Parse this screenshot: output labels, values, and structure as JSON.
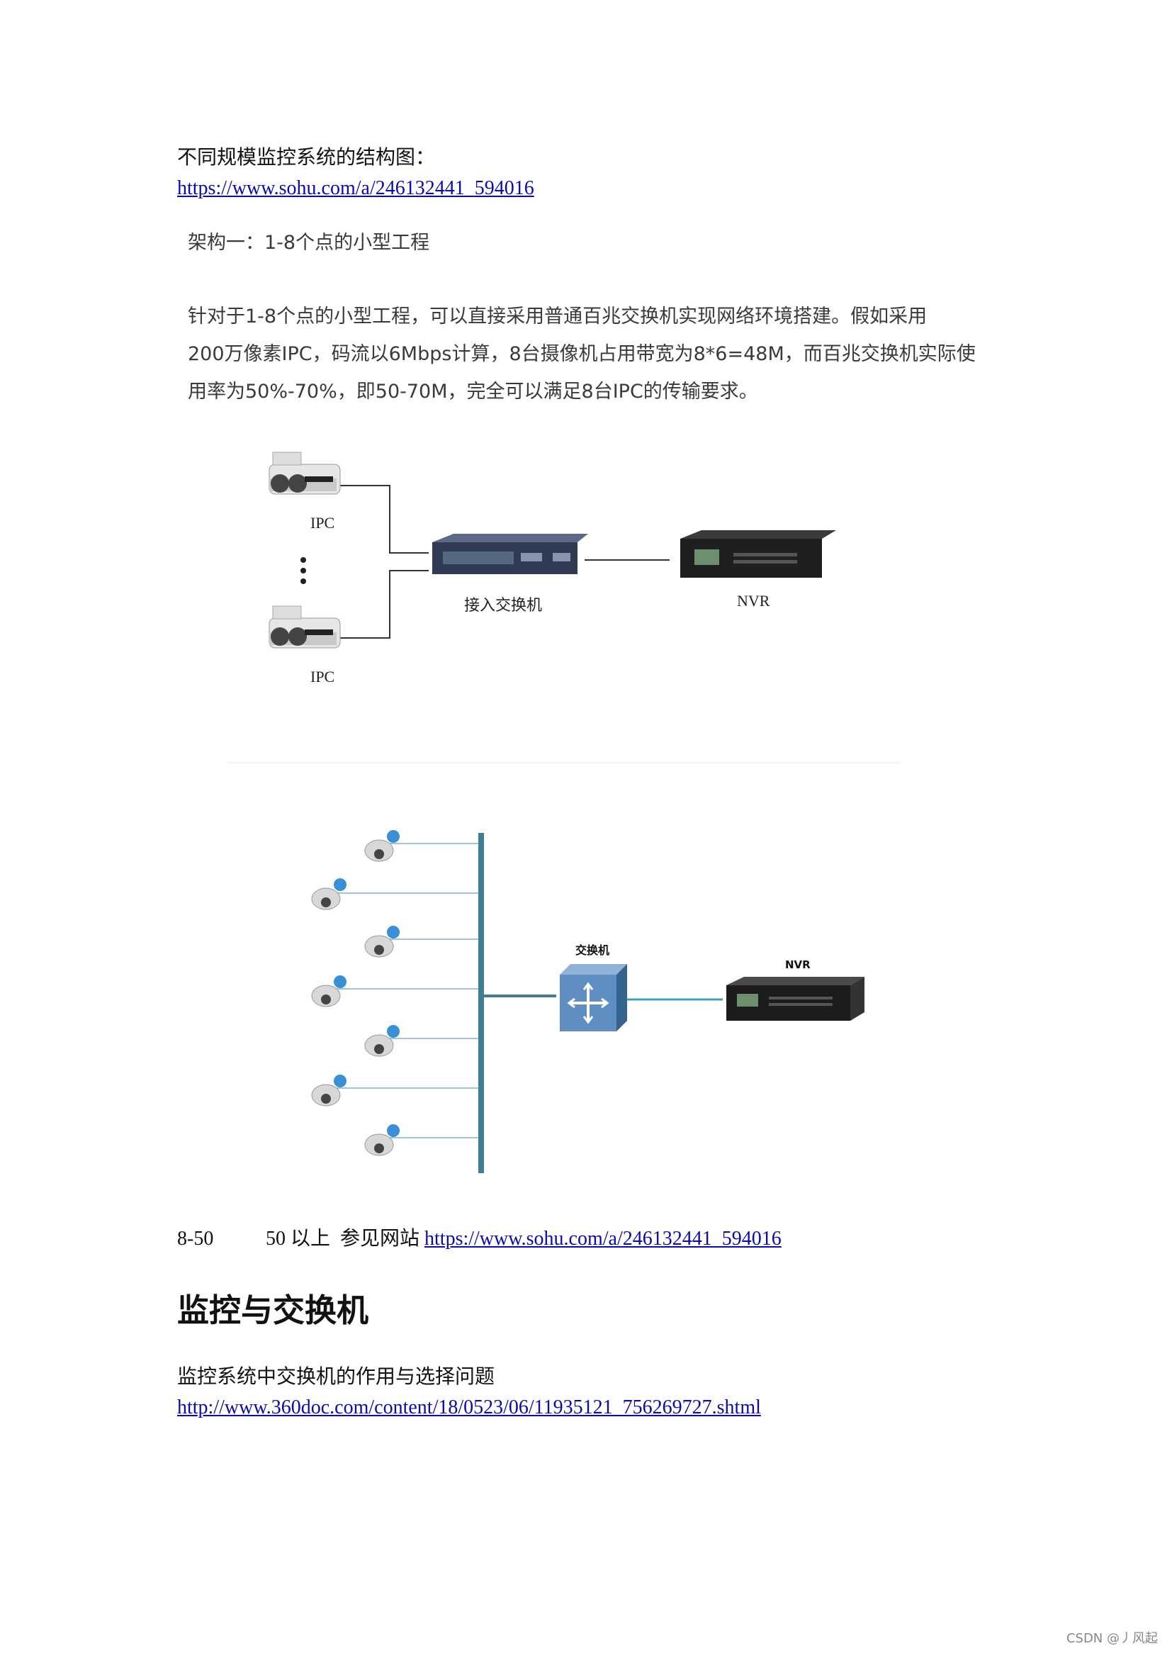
{
  "intro": {
    "title": "不同规模监控系统的结构图：",
    "link": "https://www.sohu.com/a/246132441_594016"
  },
  "screenshot": {
    "heading": "架构一：1-8个点的小型工程",
    "paragraph_lines": [
      "针对于1-8个点的小型工程，可以直接采用普通百兆交换机实现网络环境搭建。假如采用",
      "200万像素IPC，码流以6Mbps计算，8台摄像机占用带宽为8*6=48M，而百兆交换机实际使",
      "用率为50%-70%，即50-70M，完全可以满足8台IPC的传输要求。"
    ]
  },
  "diagram1": {
    "ipc_top_label": "IPC",
    "ipc_bottom_label": "IPC",
    "switch_label": "接入交换机",
    "nvr_label": "NVR"
  },
  "diagram2": {
    "switch_label": "交换机",
    "nvr_label": "NVR"
  },
  "line_range": {
    "range": "8-50",
    "text": "50 以上  参见网站 ",
    "link": "https://www.sohu.com/a/246132441_594016"
  },
  "section": {
    "heading": "监控与交换机",
    "subtitle": "监控系统中交换机的作用与选择问题",
    "link": "http://www.360doc.com/content/18/0523/06/11935121_756269727.shtml"
  },
  "footer": "CSDN @丿风起"
}
